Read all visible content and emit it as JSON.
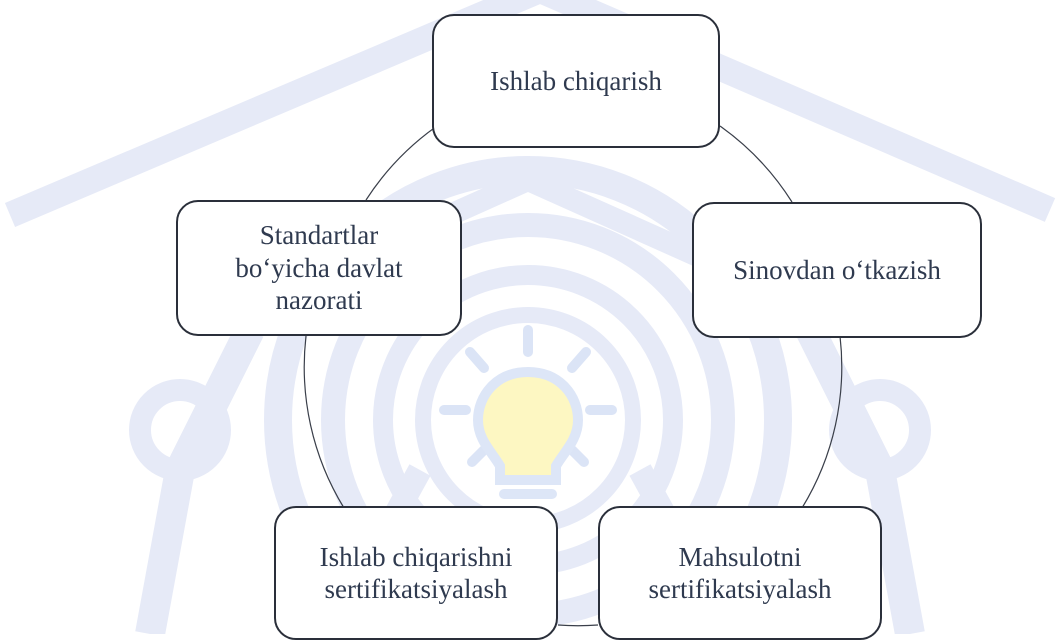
{
  "diagram": {
    "nodes": [
      {
        "id": "top",
        "lines": [
          "Ishlab chiqarish"
        ]
      },
      {
        "id": "right",
        "lines": [
          "Sinovdan o‘tkazish"
        ]
      },
      {
        "id": "bottom-right",
        "lines": [
          "Mahsulotni",
          "sertifikatsiyalash"
        ]
      },
      {
        "id": "bottom-left",
        "lines": [
          "Ishlab chiqarishni",
          "sertifikatsiyalash"
        ]
      },
      {
        "id": "left",
        "lines": [
          "Standartlar",
          "bo‘yicha davlat",
          "nazorati"
        ]
      }
    ]
  },
  "colors": {
    "node_border": "#2a2f3a",
    "node_text": "#2f3a4f",
    "cycle_line": "#3a3f4a",
    "watermark": "#e3e8f7",
    "bulb": "#fdf7c2"
  },
  "icons": [
    "watermark-emblem-icon",
    "lightbulb-icon"
  ]
}
